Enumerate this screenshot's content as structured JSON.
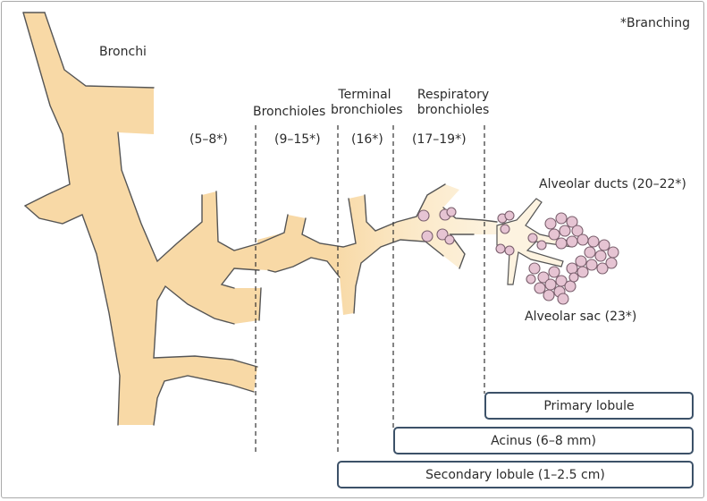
{
  "note": "*Branching",
  "labels": {
    "bronchi": "Bronchi",
    "bronchioles": "Bronchioles",
    "terminal_line1": "Terminal",
    "terminal_line2": "bronchioles",
    "respiratory_line1": "Respiratory",
    "respiratory_line2": "bronchioles",
    "alveolar_ducts": "Alveolar ducts (20–22*)",
    "alveolar_sac": "Alveolar sac (23*)"
  },
  "generations": [
    "(5–8*)",
    "(9–15*)",
    "(16*)",
    "(17–19*)"
  ],
  "boxes": {
    "primary_lobule": "Primary lobule",
    "acinus": "Acinus (6–8 mm)",
    "secondary_lobule": "Secondary lobule (1–2.5 cm)"
  },
  "colors": {
    "airway_dark": "#f8d9a6",
    "airway_light": "#fdf3e0",
    "outline": "#6b6b6b",
    "alveoli_fill": "#e6c4d3",
    "alveoli_stroke": "#7a5f6d",
    "box_border": "#3c5168"
  }
}
